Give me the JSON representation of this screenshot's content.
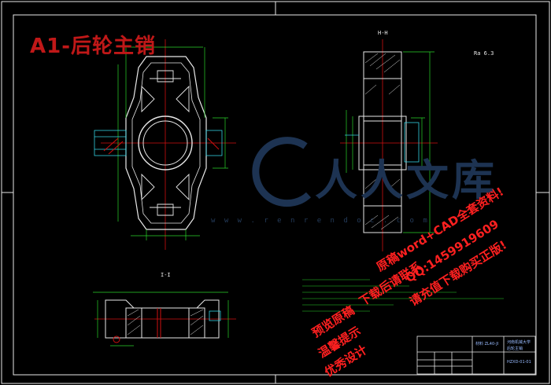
{
  "drawing": {
    "title": "A1-后轮主销",
    "section_label_top": "H-H",
    "section_label_bottom": "I-I",
    "roughness_note": "Ra 6.3",
    "watermark_url": "w w w . r e n r e n d o c . c o m",
    "watermark_text": "人人文库"
  },
  "promo": {
    "line1": "原稿word+CAD全套资料!",
    "line2": "QQ:1459919609",
    "line3": "下载后请联系",
    "line4": "预览原稿",
    "line5": "请充值下载购买正版!",
    "line6": "温馨提示",
    "line7": "优秀设计"
  },
  "title_block": {
    "school": "河南机械大学",
    "part_name": "后轮主销",
    "material": "材料 ZL40-JI",
    "drawing_no": "HZXD-01-01"
  },
  "colors": {
    "background": "#000000",
    "geometry": "#e8e8e8",
    "center_lines": "#d01010",
    "dimensions": "#2ad32a",
    "hidden": "#34d0e0",
    "watermark": "#1d3352",
    "promo": "#ff2020",
    "title": "#c01818"
  }
}
